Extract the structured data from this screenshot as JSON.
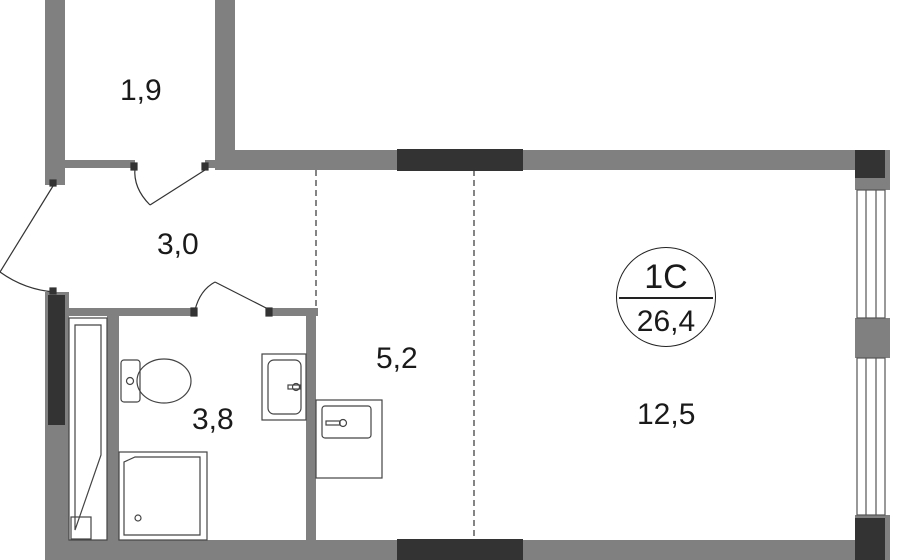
{
  "apartment": {
    "type": "1С",
    "total_area": "26,4"
  },
  "rooms": [
    {
      "id": "storage",
      "area": "1,9"
    },
    {
      "id": "hallway",
      "area": "3,0"
    },
    {
      "id": "bathroom",
      "area": "3,8"
    },
    {
      "id": "kitchen",
      "area": "5,2"
    },
    {
      "id": "living",
      "area": "12,5"
    }
  ],
  "colors": {
    "wall": "#808080",
    "wall_dark": "#333333",
    "line": "#333333"
  }
}
